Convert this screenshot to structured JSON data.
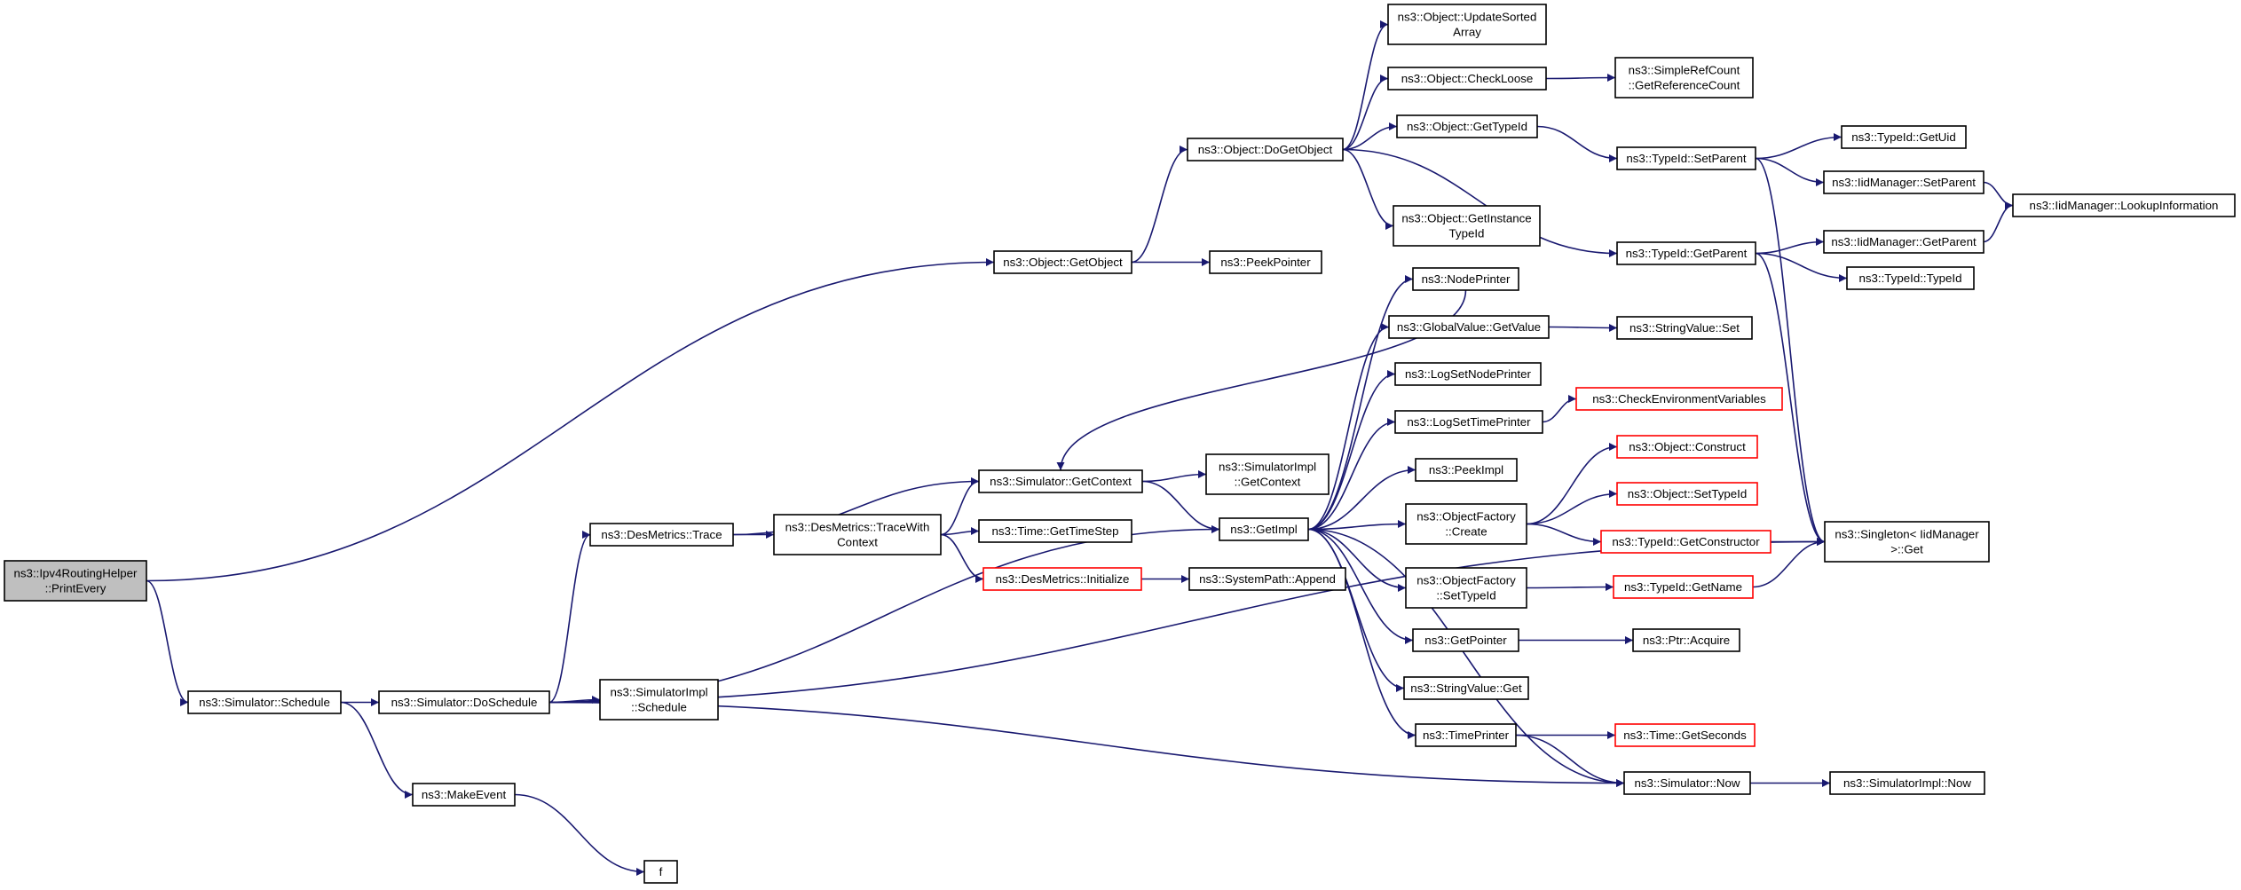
{
  "colors": {
    "edge": "#191970",
    "node_border": "#000000",
    "node_border_ref": "#ff0000",
    "node_fill": "#ffffff",
    "root_fill": "#bfbfbf"
  },
  "nodes": [
    {
      "id": "n_root",
      "lines": [
        "ns3::Ipv4RoutingHelper",
        "::PrintEvery"
      ],
      "root": true
    },
    {
      "id": "n_getobject",
      "lines": [
        "ns3::Object::GetObject"
      ]
    },
    {
      "id": "n_dogetobject",
      "lines": [
        "ns3::Object::DoGetObject"
      ]
    },
    {
      "id": "n_updatesorted",
      "lines": [
        "ns3::Object::UpdateSorted",
        "Array"
      ]
    },
    {
      "id": "n_checkloose",
      "lines": [
        "ns3::Object::CheckLoose"
      ]
    },
    {
      "id": "n_simplerefcount",
      "lines": [
        "ns3::SimpleRefCount",
        "::GetReferenceCount"
      ]
    },
    {
      "id": "n_objgettypeid",
      "lines": [
        "ns3::Object::GetTypeId"
      ]
    },
    {
      "id": "n_setparent",
      "lines": [
        "ns3::TypeId::SetParent"
      ]
    },
    {
      "id": "n_getuid",
      "lines": [
        "ns3::TypeId::GetUid"
      ]
    },
    {
      "id": "n_iid_setparent",
      "lines": [
        "ns3::IidManager::SetParent"
      ]
    },
    {
      "id": "n_lookupinfo",
      "lines": [
        "ns3::IidManager::LookupInformation"
      ]
    },
    {
      "id": "n_getinstancetypeid",
      "lines": [
        "ns3::Object::GetInstance",
        "TypeId"
      ]
    },
    {
      "id": "n_getparent",
      "lines": [
        "ns3::TypeId::GetParent"
      ]
    },
    {
      "id": "n_iid_getparent",
      "lines": [
        "ns3::IidManager::GetParent"
      ]
    },
    {
      "id": "n_typeid_typeid",
      "lines": [
        "ns3::TypeId::TypeId"
      ]
    },
    {
      "id": "n_peekpointer",
      "lines": [
        "ns3::PeekPointer"
      ]
    },
    {
      "id": "n_nodeprinter",
      "lines": [
        "ns3::NodePrinter"
      ]
    },
    {
      "id": "n_gv_getvalue",
      "lines": [
        "ns3::GlobalValue::GetValue"
      ]
    },
    {
      "id": "n_strval_set",
      "lines": [
        "ns3::StringValue::Set"
      ]
    },
    {
      "id": "n_logsetnodeprinter",
      "lines": [
        "ns3::LogSetNodePrinter"
      ]
    },
    {
      "id": "n_logsettimeprinter",
      "lines": [
        "ns3::LogSetTimePrinter"
      ]
    },
    {
      "id": "n_checkenv",
      "lines": [
        "ns3::CheckEnvironmentVariables"
      ],
      "ref": true
    },
    {
      "id": "n_peekimpl",
      "lines": [
        "ns3::PeekImpl"
      ]
    },
    {
      "id": "n_objconstruct",
      "lines": [
        "ns3::Object::Construct"
      ],
      "ref": true
    },
    {
      "id": "n_objsettypeid",
      "lines": [
        "ns3::Object::SetTypeId"
      ],
      "ref": true
    },
    {
      "id": "n_of_create",
      "lines": [
        "ns3::ObjectFactory",
        "::Create"
      ]
    },
    {
      "id": "n_getconstructor",
      "lines": [
        "ns3::TypeId::GetConstructor"
      ],
      "ref": true
    },
    {
      "id": "n_singleton",
      "lines": [
        "ns3::Singleton< IidManager",
        " >::Get"
      ]
    },
    {
      "id": "n_sim_getcontext",
      "lines": [
        "ns3::Simulator::GetContext"
      ]
    },
    {
      "id": "n_simimpl_getcontext",
      "lines": [
        "ns3::SimulatorImpl",
        "::GetContext"
      ]
    },
    {
      "id": "n_getimpl",
      "lines": [
        "ns3::GetImpl"
      ]
    },
    {
      "id": "n_desmetrics_trace",
      "lines": [
        "ns3::DesMetrics::Trace"
      ]
    },
    {
      "id": "n_tracewithcontext",
      "lines": [
        "ns3::DesMetrics::TraceWith",
        "Context"
      ]
    },
    {
      "id": "n_gettimestep",
      "lines": [
        "ns3::Time::GetTimeStep"
      ]
    },
    {
      "id": "n_desmetrics_init",
      "lines": [
        "ns3::DesMetrics::Initialize"
      ],
      "ref": true
    },
    {
      "id": "n_syspath_append",
      "lines": [
        "ns3::SystemPath::Append"
      ]
    },
    {
      "id": "n_of_settypeid",
      "lines": [
        "ns3::ObjectFactory",
        "::SetTypeId"
      ]
    },
    {
      "id": "n_getname",
      "lines": [
        "ns3::TypeId::GetName"
      ],
      "ref": true
    },
    {
      "id": "n_getpointer",
      "lines": [
        "ns3::GetPointer"
      ]
    },
    {
      "id": "n_ptr_acquire",
      "lines": [
        "ns3::Ptr::Acquire"
      ]
    },
    {
      "id": "n_strval_get",
      "lines": [
        "ns3::StringValue::Get"
      ]
    },
    {
      "id": "n_sim_schedule",
      "lines": [
        "ns3::Simulator::Schedule"
      ]
    },
    {
      "id": "n_sim_doschedule",
      "lines": [
        "ns3::Simulator::DoSchedule"
      ]
    },
    {
      "id": "n_simimpl_schedule",
      "lines": [
        "ns3::SimulatorImpl",
        "::Schedule"
      ]
    },
    {
      "id": "n_timeprinter",
      "lines": [
        "ns3::TimePrinter"
      ]
    },
    {
      "id": "n_getseconds",
      "lines": [
        "ns3::Time::GetSeconds"
      ],
      "ref": true
    },
    {
      "id": "n_sim_now",
      "lines": [
        "ns3::Simulator::Now"
      ]
    },
    {
      "id": "n_simimpl_now",
      "lines": [
        "ns3::SimulatorImpl::Now"
      ]
    },
    {
      "id": "n_makeevent",
      "lines": [
        "ns3::MakeEvent"
      ]
    },
    {
      "id": "n_f",
      "lines": [
        "f"
      ]
    }
  ],
  "edges": [
    {
      "from": "n_root",
      "to": "n_getobject"
    },
    {
      "from": "n_root",
      "to": "n_sim_schedule"
    },
    {
      "from": "n_getobject",
      "to": "n_dogetobject"
    },
    {
      "from": "n_getobject",
      "to": "n_peekpointer"
    },
    {
      "from": "n_dogetobject",
      "to": "n_updatesorted"
    },
    {
      "from": "n_dogetobject",
      "to": "n_checkloose"
    },
    {
      "from": "n_dogetobject",
      "to": "n_objgettypeid"
    },
    {
      "from": "n_dogetobject",
      "to": "n_getinstancetypeid"
    },
    {
      "from": "n_dogetobject",
      "to": "n_getparent"
    },
    {
      "from": "n_checkloose",
      "to": "n_simplerefcount"
    },
    {
      "from": "n_objgettypeid",
      "to": "n_setparent"
    },
    {
      "from": "n_setparent",
      "to": "n_getuid"
    },
    {
      "from": "n_setparent",
      "to": "n_iid_setparent"
    },
    {
      "from": "n_setparent",
      "to": "n_singleton"
    },
    {
      "from": "n_iid_setparent",
      "to": "n_lookupinfo"
    },
    {
      "from": "n_getparent",
      "to": "n_iid_getparent"
    },
    {
      "from": "n_getparent",
      "to": "n_typeid_typeid"
    },
    {
      "from": "n_getparent",
      "to": "n_singleton"
    },
    {
      "from": "n_iid_getparent",
      "to": "n_lookupinfo"
    },
    {
      "from": "n_sim_schedule",
      "to": "n_sim_doschedule"
    },
    {
      "from": "n_sim_schedule",
      "to": "n_makeevent"
    },
    {
      "from": "n_makeevent",
      "to": "n_f"
    },
    {
      "from": "n_sim_doschedule",
      "to": "n_desmetrics_trace"
    },
    {
      "from": "n_sim_doschedule",
      "to": "n_simimpl_schedule"
    },
    {
      "from": "n_sim_doschedule",
      "to": "n_getimpl"
    },
    {
      "from": "n_sim_doschedule",
      "to": "n_sim_now"
    },
    {
      "from": "n_sim_doschedule",
      "to": "n_singleton"
    },
    {
      "from": "n_desmetrics_trace",
      "to": "n_sim_getcontext"
    },
    {
      "from": "n_desmetrics_trace",
      "to": "n_tracewithcontext"
    },
    {
      "from": "n_tracewithcontext",
      "to": "n_sim_getcontext"
    },
    {
      "from": "n_tracewithcontext",
      "to": "n_gettimestep"
    },
    {
      "from": "n_tracewithcontext",
      "to": "n_desmetrics_init"
    },
    {
      "from": "n_desmetrics_init",
      "to": "n_syspath_append"
    },
    {
      "from": "n_sim_getcontext",
      "to": "n_simimpl_getcontext"
    },
    {
      "from": "n_sim_getcontext",
      "to": "n_getimpl"
    },
    {
      "from": "n_getimpl",
      "to": "n_nodeprinter"
    },
    {
      "from": "n_getimpl",
      "to": "n_gv_getvalue"
    },
    {
      "from": "n_getimpl",
      "to": "n_logsetnodeprinter"
    },
    {
      "from": "n_getimpl",
      "to": "n_logsettimeprinter"
    },
    {
      "from": "n_getimpl",
      "to": "n_peekimpl"
    },
    {
      "from": "n_getimpl",
      "to": "n_of_create"
    },
    {
      "from": "n_getimpl",
      "to": "n_of_settypeid"
    },
    {
      "from": "n_getimpl",
      "to": "n_getpointer"
    },
    {
      "from": "n_getimpl",
      "to": "n_strval_get"
    },
    {
      "from": "n_getimpl",
      "to": "n_timeprinter"
    },
    {
      "from": "n_getimpl",
      "to": "n_sim_now"
    },
    {
      "from": "n_nodeprinter",
      "to": "n_sim_getcontext"
    },
    {
      "from": "n_gv_getvalue",
      "to": "n_strval_set"
    },
    {
      "from": "n_logsettimeprinter",
      "to": "n_checkenv"
    },
    {
      "from": "n_of_create",
      "to": "n_objconstruct"
    },
    {
      "from": "n_of_create",
      "to": "n_objsettypeid"
    },
    {
      "from": "n_of_create",
      "to": "n_getconstructor"
    },
    {
      "from": "n_getconstructor",
      "to": "n_singleton"
    },
    {
      "from": "n_of_settypeid",
      "to": "n_getname"
    },
    {
      "from": "n_getname",
      "to": "n_singleton"
    },
    {
      "from": "n_getpointer",
      "to": "n_ptr_acquire"
    },
    {
      "from": "n_timeprinter",
      "to": "n_getseconds"
    },
    {
      "from": "n_timeprinter",
      "to": "n_sim_now"
    },
    {
      "from": "n_sim_now",
      "to": "n_simimpl_now"
    }
  ]
}
